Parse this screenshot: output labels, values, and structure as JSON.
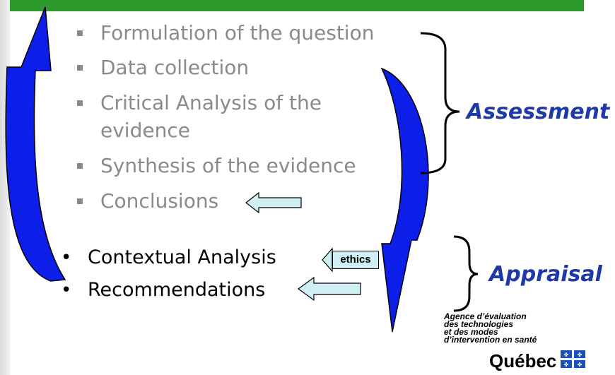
{
  "colors": {
    "header_bar": "#2e9a2e",
    "arrow_blue": "#0d1ee8",
    "label_blue": "#1f3aa8",
    "grey_text": "#8a8a8a",
    "pointer_fill": "#cfeff5"
  },
  "assessment_items": [
    "Formulation of the question",
    "Data collection",
    "Critical Analysis of the",
    "evidence",
    "Synthesis of the evidence",
    "Conclusions"
  ],
  "appraisal_items": [
    "Contextual Analysis",
    "Recommendations"
  ],
  "bullet_dot": "•",
  "ethics_label": "ethics",
  "assessment_label": "Assessment",
  "appraisal_label": "Appraisal",
  "agency": {
    "lines": [
      "Agence d’évaluation",
      "des technologies",
      "et des modes",
      "d’intervention en santé"
    ],
    "brand": "Québec"
  }
}
